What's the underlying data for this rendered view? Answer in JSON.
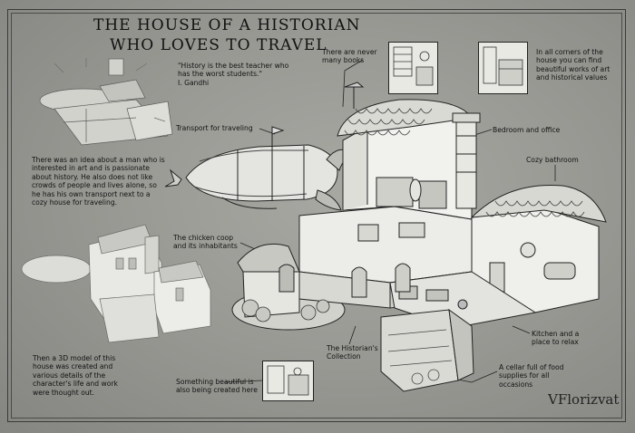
{
  "title_line1": "THE HOUSE OF A HISTORIAN",
  "title_line2": "WHO LOVES TO TRAVEL",
  "quote_text": "\"History is the best teacher who has the worst students.\"",
  "quote_author": "I. Gandhi",
  "intro_text": "There was an idea about a man who is interested in art and is passionate about history. He also does not like crowds of people and lives alone, so he has his own transport next to a cozy house for traveling.",
  "model_text": "Then a 3D model of this house was created and various details of the character's life and work were thought out.",
  "labels": {
    "books": "There are never many books",
    "corners": "In all corners of the house you can find beautiful works of art and historical values",
    "transport": "Transport for traveling",
    "bedroom": "Bedroom and office",
    "bathroom": "Cozy bathroom",
    "chicken": "The chicken coop and its inhabitants",
    "collection": "The Historian's Collection",
    "kitchen": "Kitchen and a place to relax",
    "cellar": "A cellar full of food supplies for all occasions",
    "beautiful": "Something beautiful is also being created here"
  },
  "signature": "VFlorizvat"
}
